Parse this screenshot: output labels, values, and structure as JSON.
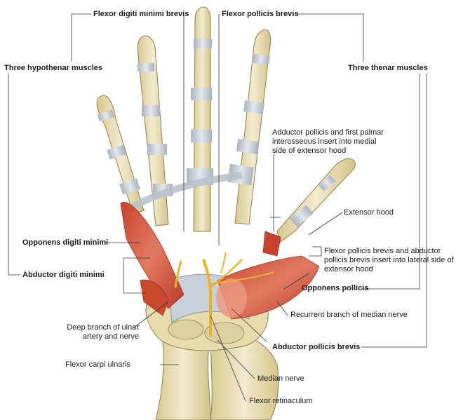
{
  "labels": {
    "flexor_digiti_minimi_brevis": "Flexor digiti minimi brevis",
    "flexor_pollicis_brevis": "Flexor pollicis brevis",
    "three_hypothenar": "Three hypothenar muscles",
    "three_thenar": "Three thenar muscles",
    "adductor_pollicis_note": "Adductor pollicis and first palmar interosseous insert into medial side of extensor hood",
    "extensor_hood": "Extensor hood",
    "fpb_apb_note": "Flexor pollicis brevis and abductor pollicis brevis insert into lateral side of extensor hood",
    "opponens_digiti_minimi": "Opponens digiti minimi",
    "abductor_digiti_minimi": "Abductor digiti minimi",
    "opponens_pollicis": "Opponens pollicis",
    "recurrent_branch": "Recurrent branch of median nerve",
    "deep_branch": "Deep branch of ulnar artery and nerve",
    "abductor_pollicis_brevis": "Abductor pollicis brevis",
    "flexor_carpi_ulnaris": "Flexor carpi ulnaris",
    "median_nerve": "Median nerve",
    "flexor_retinaculum": "Flexor retinaculum"
  },
  "colors": {
    "bone": "#efe4b8",
    "bone_outline": "#8c7f52",
    "tendon": "#c9d0d8",
    "muscle": "#d9533f",
    "muscle_light": "#ec9a82",
    "nerve": "#e8b52a",
    "leader": "#333333"
  }
}
